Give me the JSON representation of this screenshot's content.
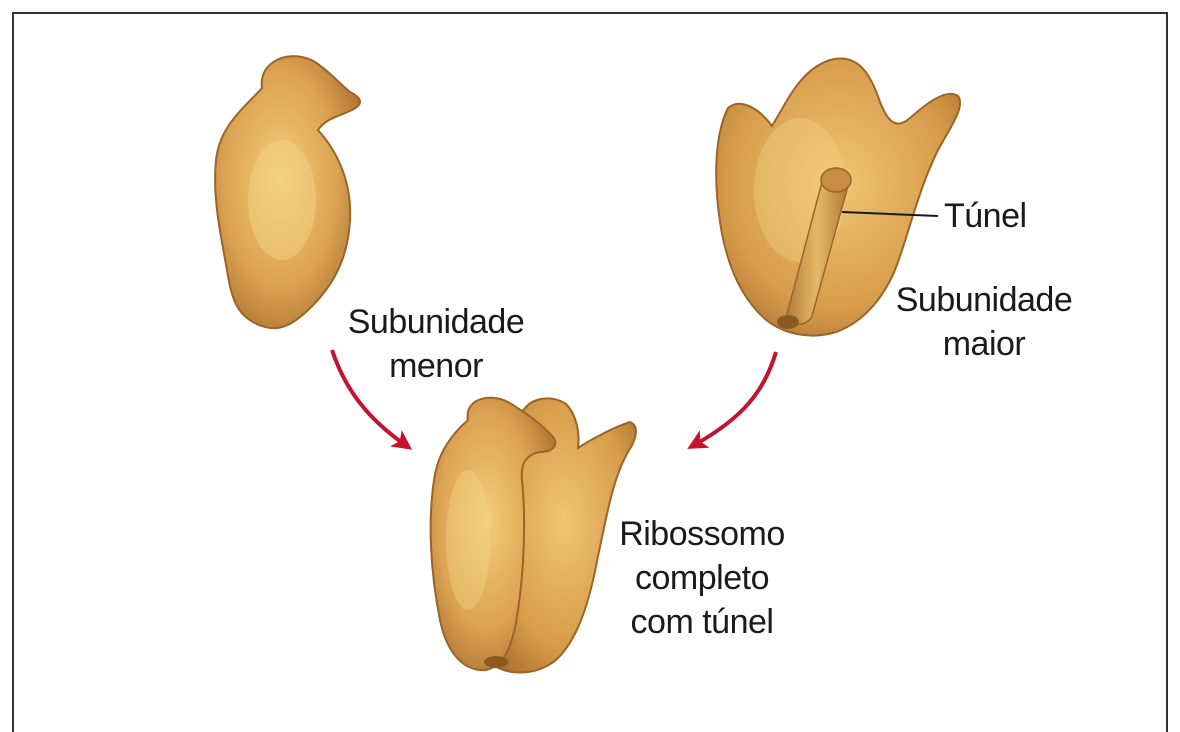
{
  "labels": {
    "small_subunit": {
      "line1": "Subunidade",
      "line2": "menor"
    },
    "large_subunit": {
      "line1": "Subunidade",
      "line2": "maior"
    },
    "tunnel": "Túnel",
    "ribosome": {
      "line1": "Ribossomo",
      "line2": "completo",
      "line3": "com túnel"
    }
  },
  "colors": {
    "subunit_fill": "#d49b4a",
    "subunit_highlight": "#f2c978",
    "subunit_shadow": "#a86e2e",
    "arrow": "#c4122f",
    "frame": "#333333"
  }
}
